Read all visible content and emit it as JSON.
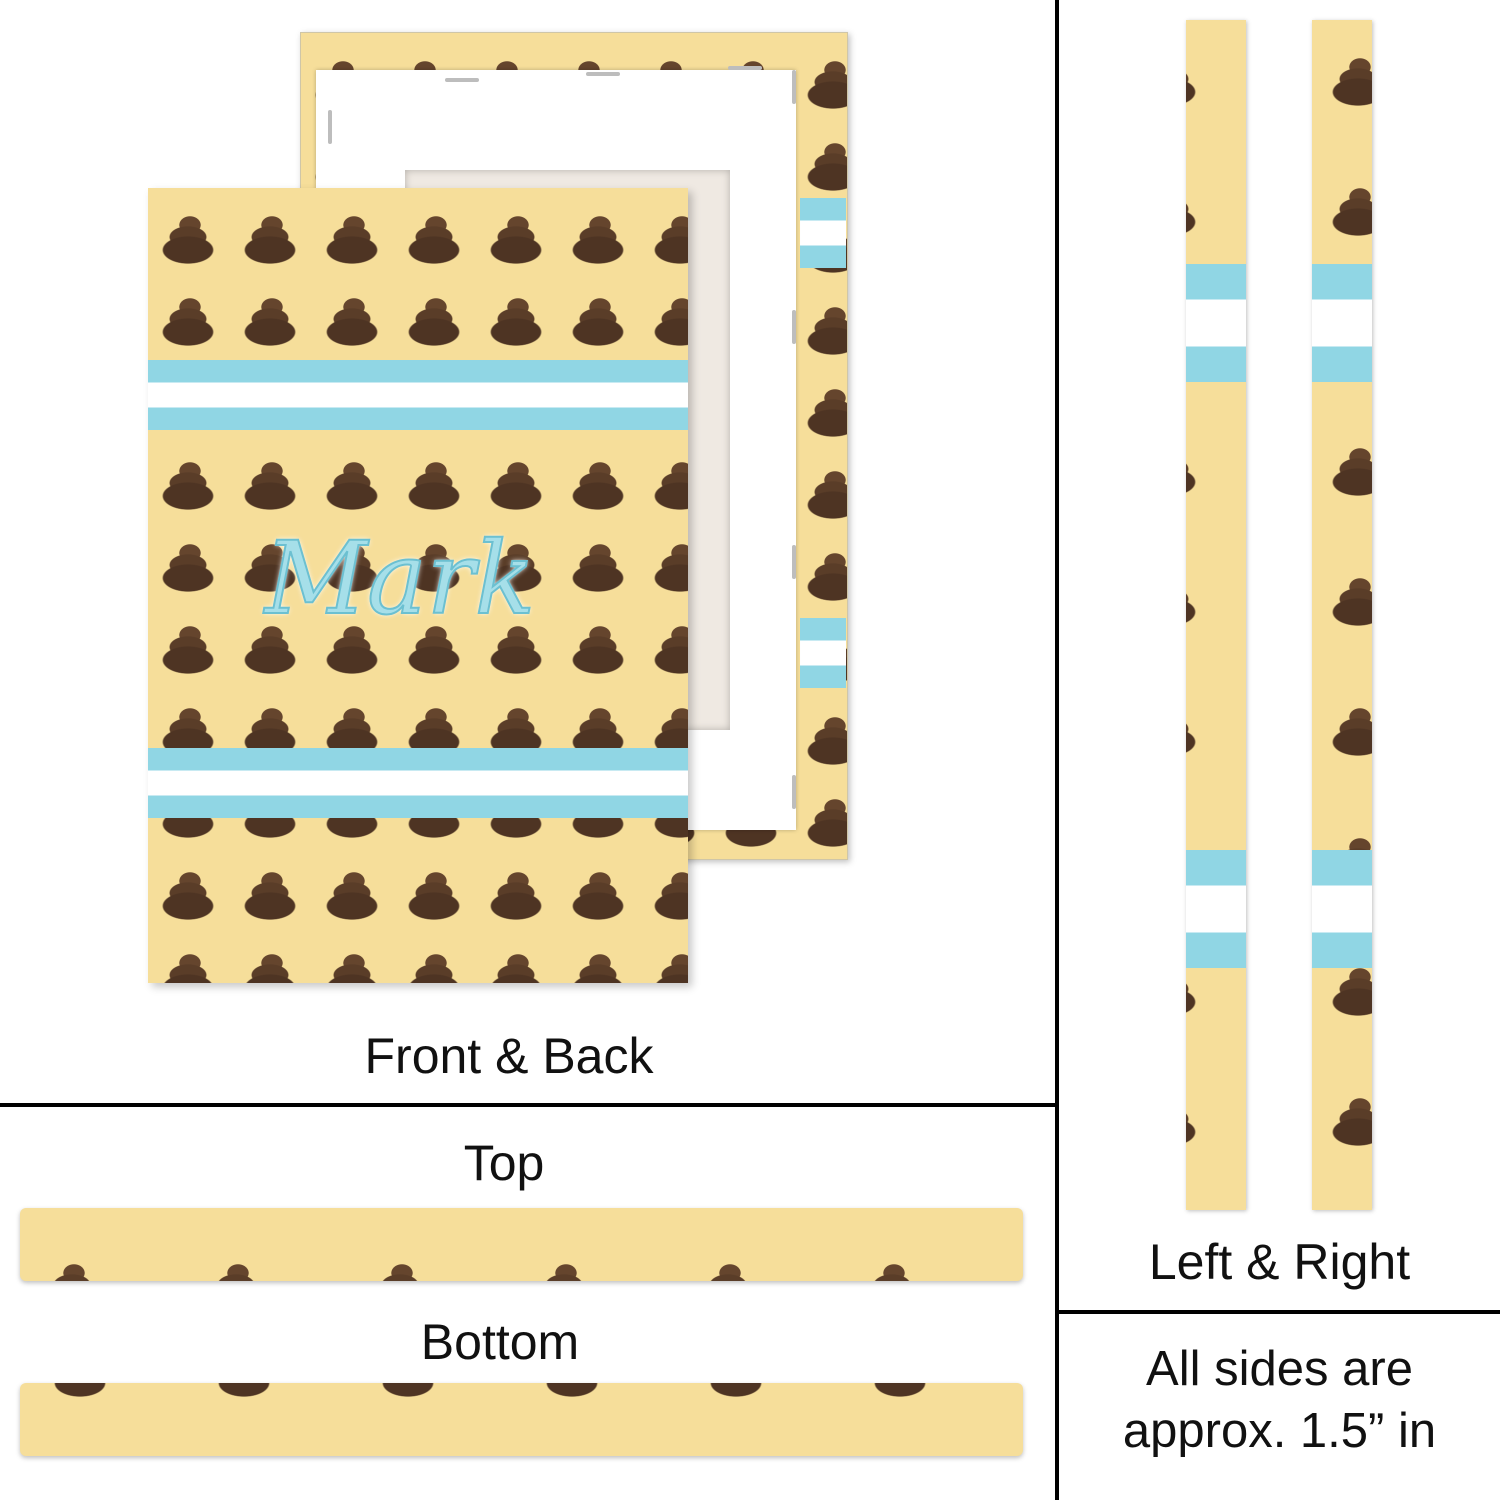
{
  "labels": {
    "front_back": "Front & Back",
    "top": "Top",
    "bottom": "Bottom",
    "left_right": "Left & Right",
    "note_line1": "All sides are",
    "note_line2": "approx. 1.5” in"
  },
  "design": {
    "name": "Mark",
    "colors": {
      "background": "#f6de9a",
      "pattern": "#5a3d28",
      "stripe": "#90d6e4",
      "stripe_middle": "#ffffff",
      "name_text": "#a6dfe9"
    }
  }
}
